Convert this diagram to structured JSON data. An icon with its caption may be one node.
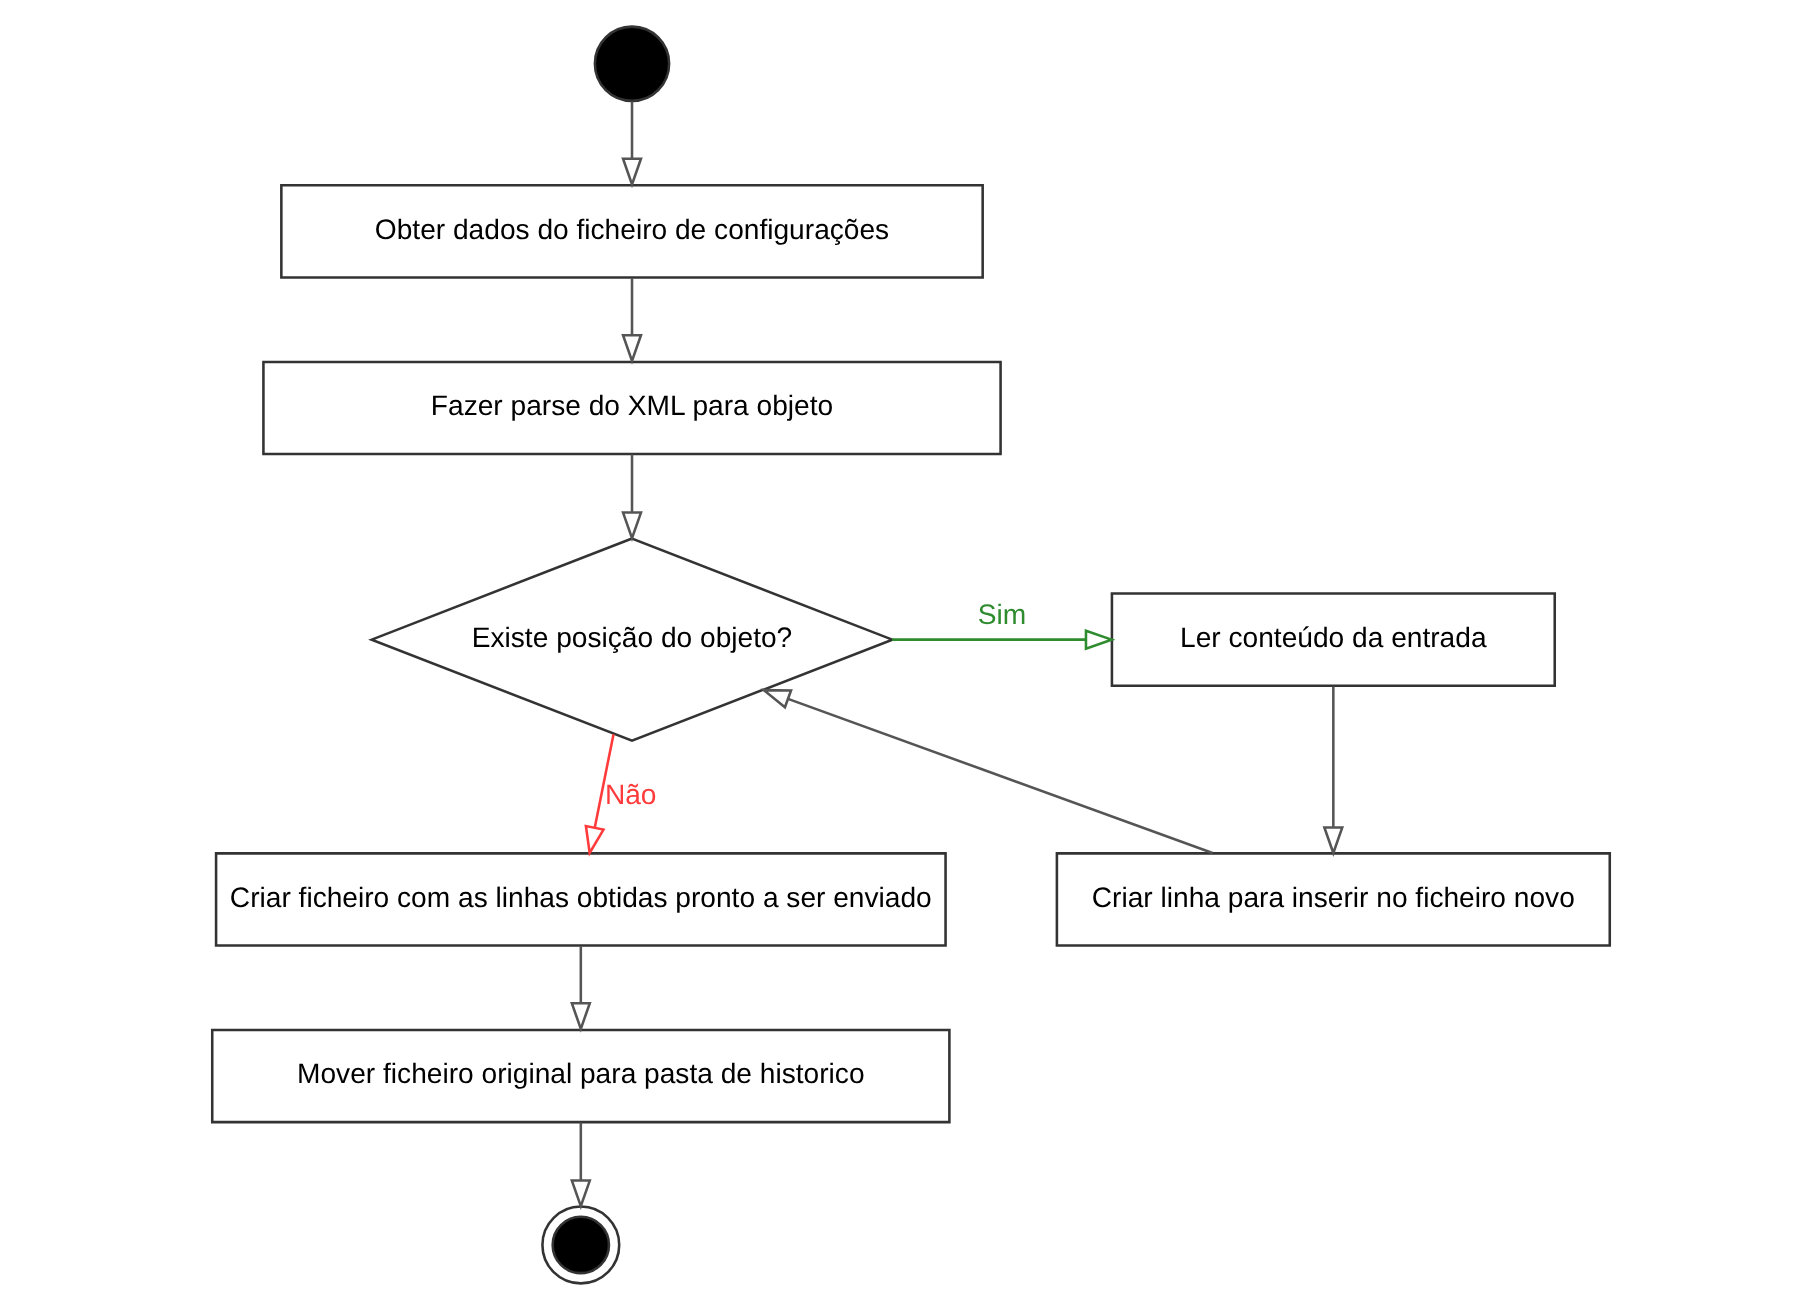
{
  "diagram": {
    "nodes": [
      {
        "text": [],
        "shape": "circle"
      },
      {
        "text": [
          "Obter dados do ficheiro de configurações"
        ]
      },
      {
        "text": [
          "Fazer parse do XML para objeto"
        ]
      },
      {
        "text": [
          "Existe posição do objeto?"
        ]
      },
      {
        "text": [
          "Ler conteúdo da entrada"
        ]
      },
      {
        "text": [
          "Criar linha para inserir no ficheiro novo"
        ]
      },
      {
        "text": [
          "Criar ficheiro com as linhas obtidas pronto a ser enviado"
        ]
      },
      {
        "text": [
          "Mover ficheiro original para pasta de historico"
        ]
      },
      {
        "text": [],
        "shape": "circle"
      }
    ],
    "edges": [
      {
        "from": 0,
        "to": 1,
        "arrow": "to"
      },
      {
        "from": 1,
        "to": 2,
        "arrow": "to"
      },
      {
        "from": 2,
        "to": 3,
        "arrow": "to"
      },
      {
        "from": 3,
        "to": 4,
        "arrow": "to",
        "label": "Sim",
        "color": "#2e8b2e"
      },
      {
        "from": 4,
        "to": 5,
        "arrow": "to"
      },
      {
        "from": 5,
        "to": 3,
        "arrow": "to"
      },
      {
        "from": 3,
        "to": 6,
        "arrow": "to",
        "label": "Não",
        "color": "#ff3b3b"
      },
      {
        "from": 6,
        "to": 7,
        "arrow": "to"
      },
      {
        "from": 7,
        "to": 8,
        "arrow": "to"
      }
    ]
  }
}
